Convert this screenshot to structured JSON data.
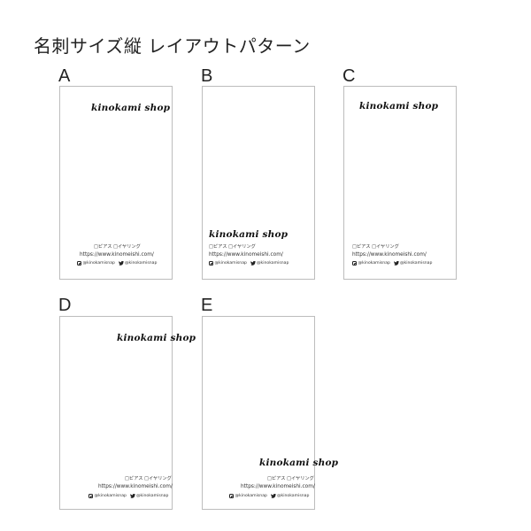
{
  "title": "名刺サイズ縦 レイアウトパターン",
  "card_content": {
    "logo": "kinokami shop",
    "items": "□ピアス □イヤリング",
    "url": "https://www.kinomeishi.com/",
    "instagram_handle": "@kinokamisnap",
    "twitter_handle": "@kinokamisnap"
  },
  "cards": [
    {
      "label": "A"
    },
    {
      "label": "B"
    },
    {
      "label": "C"
    },
    {
      "label": "D"
    },
    {
      "label": "E"
    }
  ]
}
